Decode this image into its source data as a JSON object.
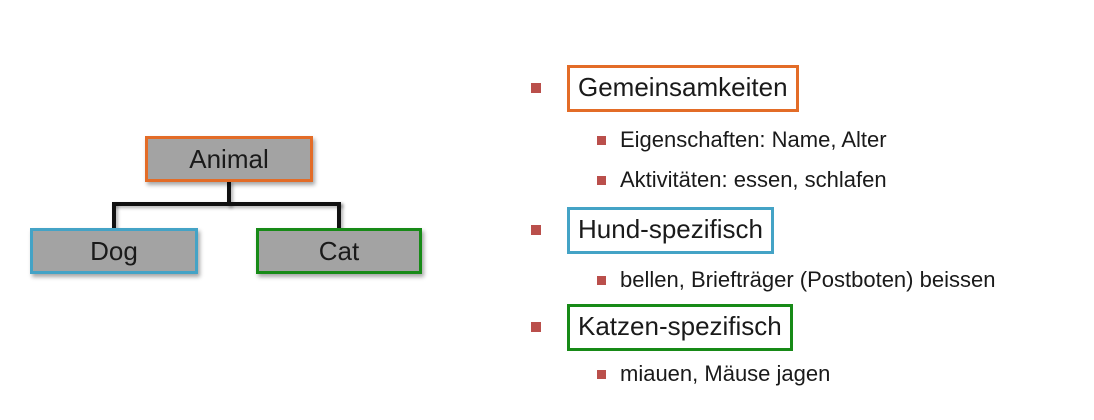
{
  "diagram": {
    "fill_color": "#A3A3A3",
    "connector_color": "#111111",
    "nodes": [
      {
        "label": "Animal",
        "border_color": "#E36C27"
      },
      {
        "label": "Dog",
        "border_color": "#44A3C6"
      },
      {
        "label": "Cat",
        "border_color": "#178A17"
      }
    ]
  },
  "outline": {
    "bullet_icon": "square-bullet",
    "bullet_color": "#BA4F4B",
    "items": [
      {
        "label": "Gemeinsamkeiten",
        "border_color": "#E36C27",
        "children": [
          "Eigenschaften: Name, Alter",
          "Aktivitäten: essen, schlafen"
        ]
      },
      {
        "label": "Hund-spezifisch",
        "border_color": "#44A3C6",
        "children": [
          "bellen, Briefträger (Postboten) beissen"
        ]
      },
      {
        "label": "Katzen-spezifisch",
        "border_color": "#178A17",
        "children": [
          "miauen, Mäuse jagen"
        ]
      }
    ]
  }
}
